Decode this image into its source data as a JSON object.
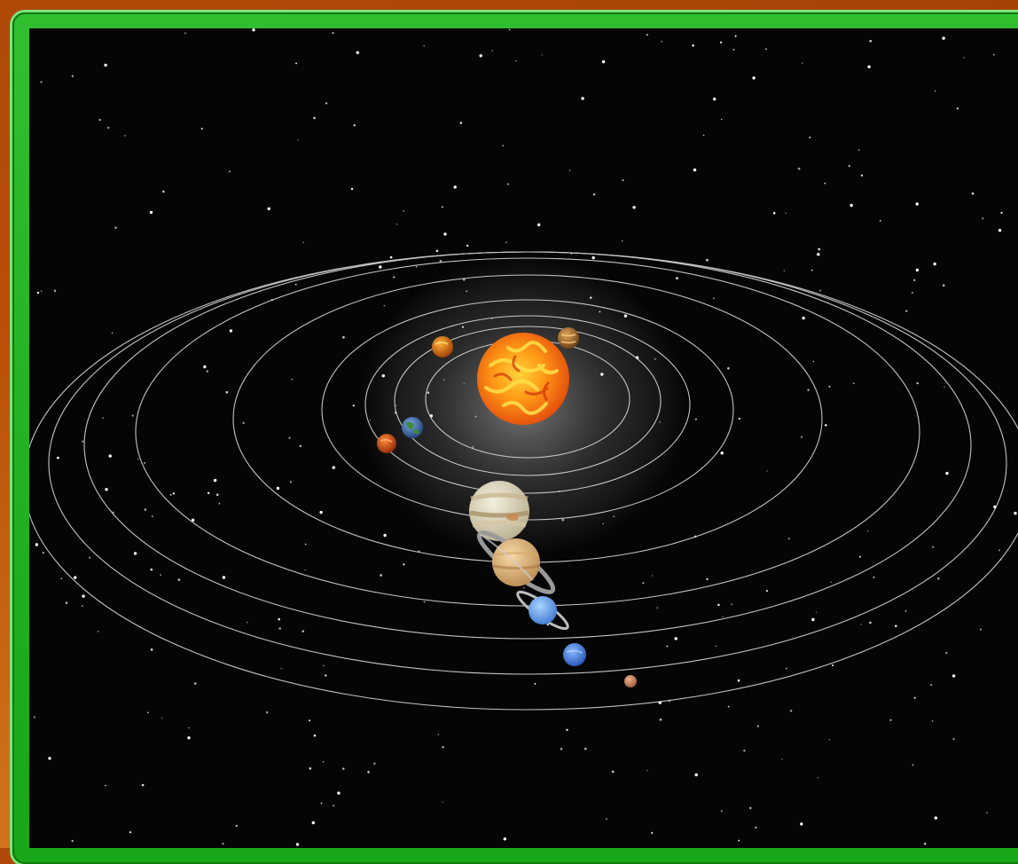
{
  "scene": {
    "name": "solar-system-view",
    "colors": {
      "space": "#050505",
      "orbit": "#d8d8d8",
      "frame": "#22b022",
      "background": "#c2560c"
    },
    "bodies": [
      {
        "id": "sun",
        "icon": "sun-icon"
      },
      {
        "id": "mercury",
        "icon": "mercury-icon"
      },
      {
        "id": "venus",
        "icon": "venus-icon"
      },
      {
        "id": "earth",
        "icon": "earth-icon"
      },
      {
        "id": "mars",
        "icon": "mars-icon"
      },
      {
        "id": "jupiter",
        "icon": "jupiter-icon"
      },
      {
        "id": "saturn",
        "icon": "saturn-icon"
      },
      {
        "id": "uranus",
        "icon": "uranus-icon"
      },
      {
        "id": "neptune",
        "icon": "neptune-icon"
      },
      {
        "id": "pluto",
        "icon": "pluto-icon"
      }
    ],
    "orbit_count": 9
  }
}
